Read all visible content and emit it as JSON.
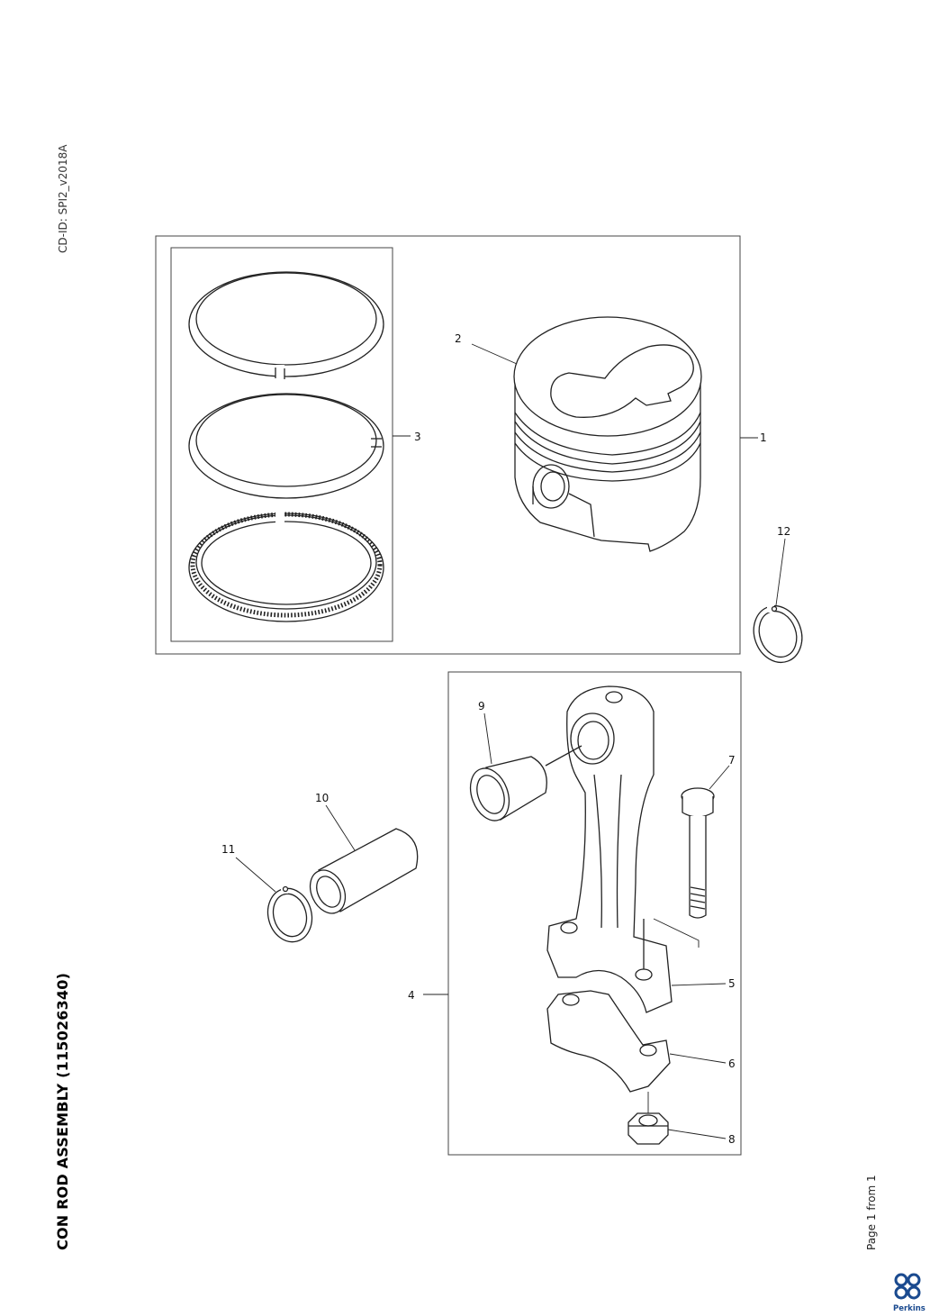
{
  "document": {
    "cd_id": "CD-ID: SPI2_v2018A",
    "title": "CON ROD ASSEMBLY (115026340)",
    "page": "Page 1 from 1"
  },
  "logo": {
    "text": "Perkins",
    "color": "#1a4a8f"
  },
  "callouts": [
    "1",
    "2",
    "3",
    "4",
    "5",
    "6",
    "7",
    "8",
    "9",
    "10",
    "11",
    "12"
  ]
}
